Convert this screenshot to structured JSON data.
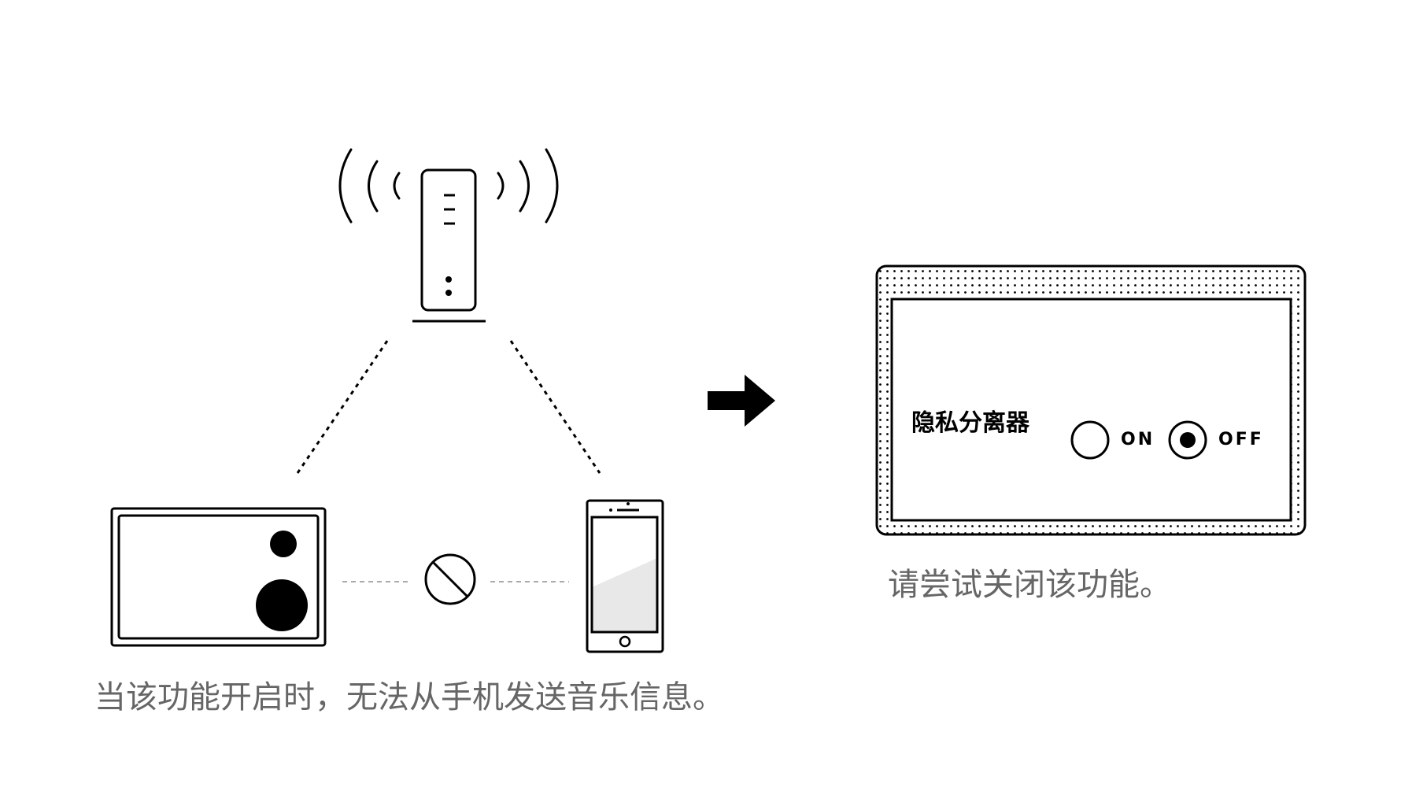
{
  "left_caption": "当该功能开启时，无法从手机发送音乐信息。",
  "right_caption": "请尝试关闭该功能。",
  "settings_panel": {
    "title": "隐私分离器",
    "options": [
      {
        "label": "ON",
        "selected": false
      },
      {
        "label": "OFF",
        "selected": true
      }
    ]
  },
  "icons": {
    "router": "wifi-router-icon",
    "speaker": "speaker-icon",
    "phone": "smartphone-icon",
    "blocked": "no-entry-icon",
    "arrow": "right-arrow-icon"
  },
  "colors": {
    "line": "#000000",
    "caption": "#666666",
    "dashed_gray": "#aaaaaa",
    "phone_screen_shade": "#e8e8e8"
  }
}
